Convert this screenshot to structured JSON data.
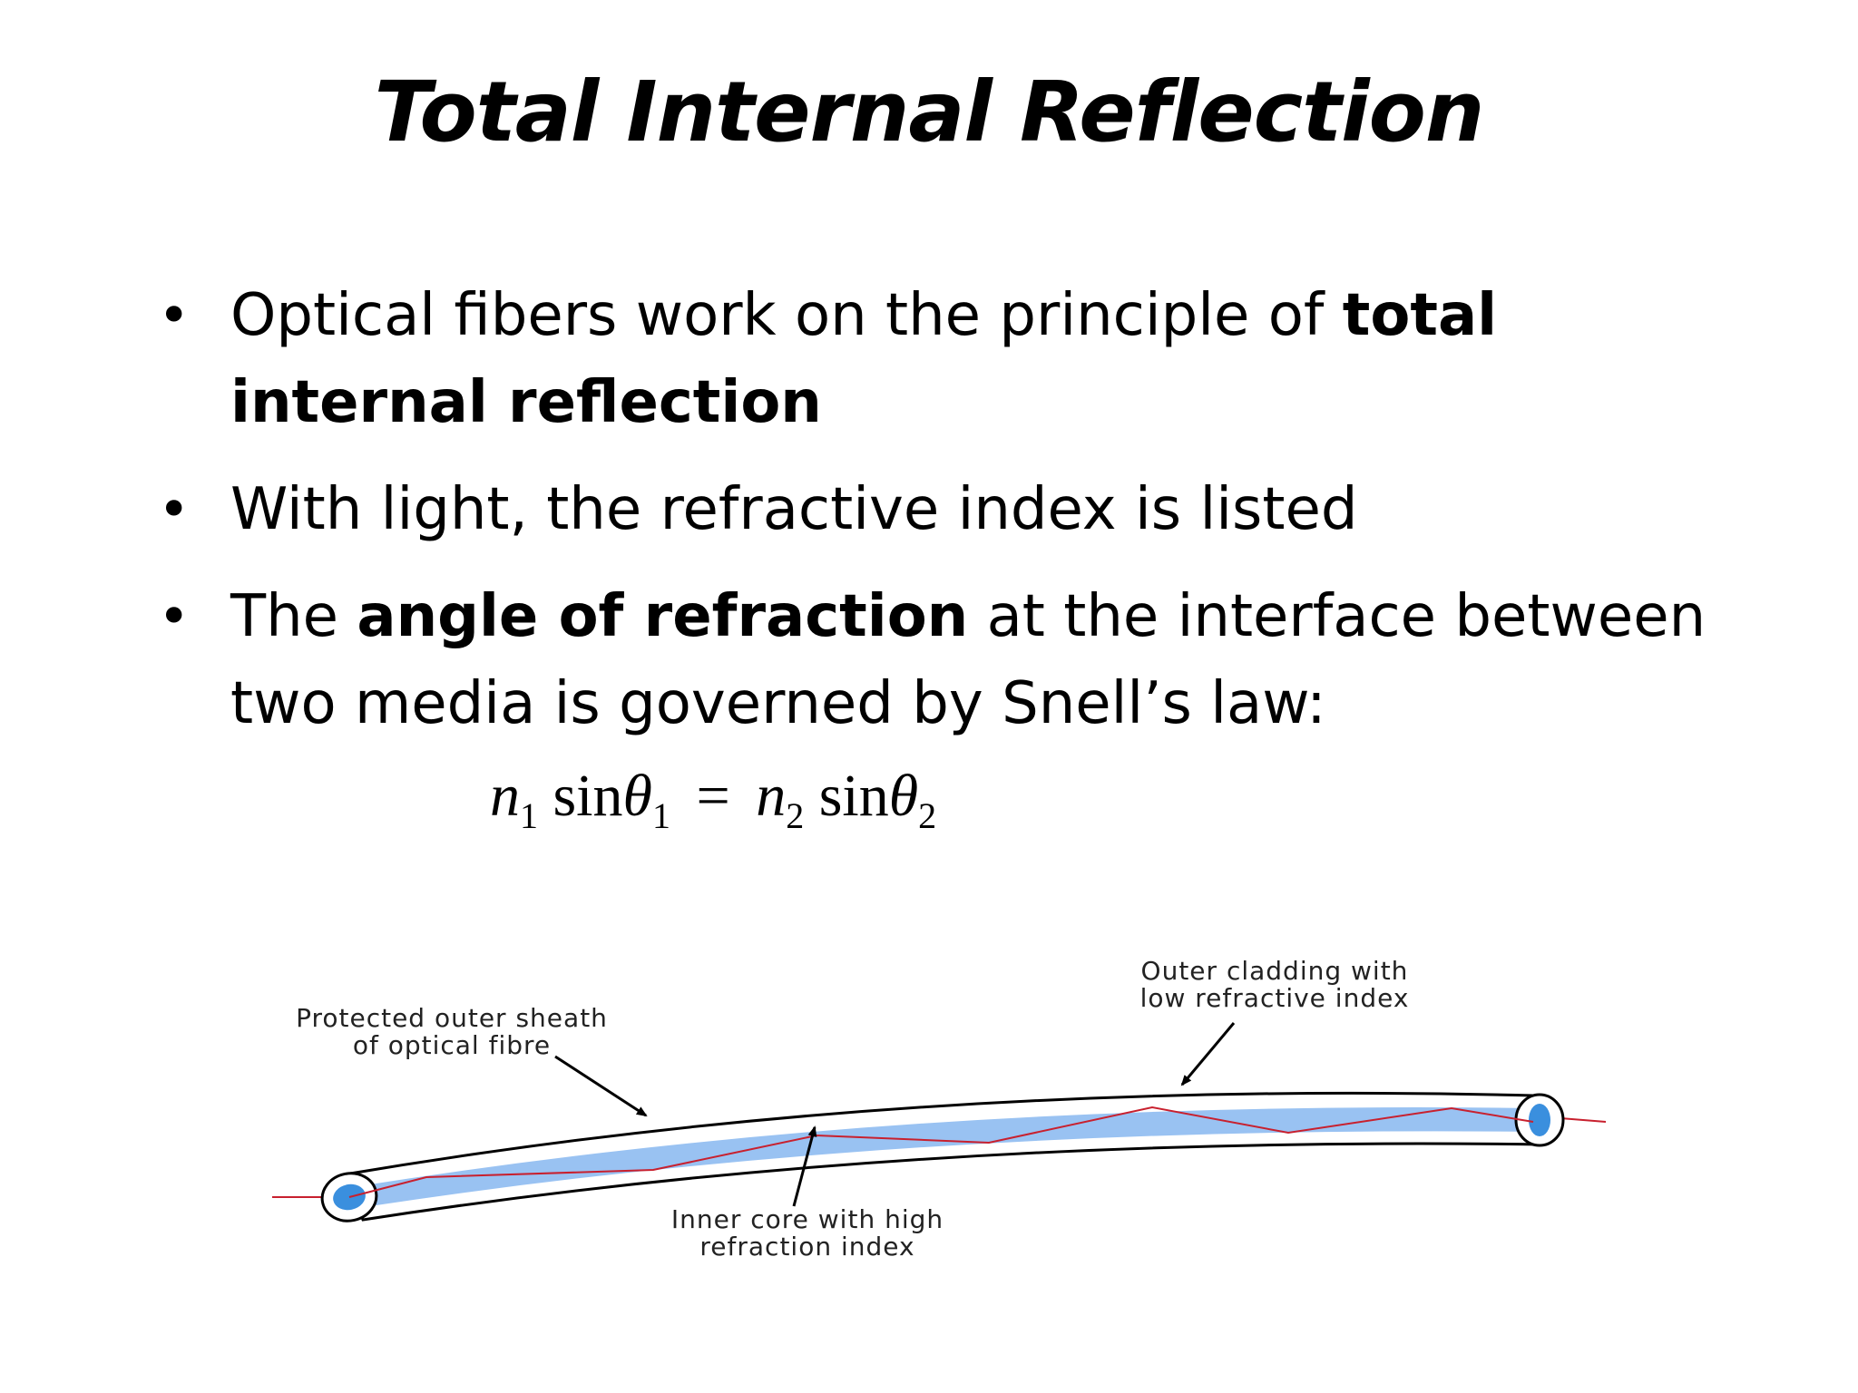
{
  "slide": {
    "title": "Total Internal Reflection",
    "bullets": [
      {
        "pre": "Optical fibers work on the principle of ",
        "bold": "total internal reflection",
        "post": ""
      },
      {
        "pre": "With light, the refractive index is listed",
        "bold": "",
        "post": ""
      },
      {
        "pre": "The ",
        "bold": "angle of refraction",
        "post": " at the interface between two media is governed by Snell’s law:"
      }
    ],
    "formula": {
      "n": "n",
      "sin": "sin",
      "theta": "θ",
      "sub1": "1",
      "sub2": "2",
      "equals": "="
    }
  },
  "diagram": {
    "labels": {
      "sheath_line1": "Protected outer sheath",
      "sheath_line2": "of optical fibre",
      "cladding_line1": "Outer cladding with",
      "cladding_line2": "low refractive index",
      "core_line1": "Inner core with high",
      "core_line2": "refraction index"
    },
    "colors": {
      "core": "#99c2f2",
      "core_end": "#3a8fde",
      "ray": "#c8202e",
      "outline": "#000000"
    }
  }
}
